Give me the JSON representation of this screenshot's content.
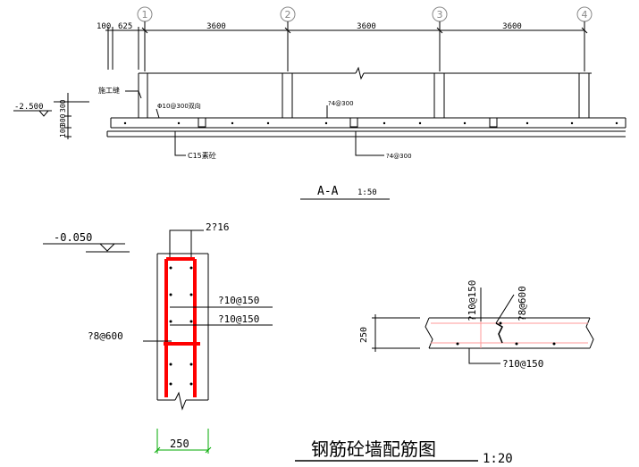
{
  "section_aa": {
    "axes": [
      "1",
      "2",
      "3",
      "4"
    ],
    "dims_top": [
      "100",
      "625",
      "3600",
      "3600",
      "3600"
    ],
    "label_joint": "施工缝",
    "label_bar_10": "Φ10@300双向",
    "label_bar_4_top": "?4@300",
    "label_bar_4_bot": "?4@300",
    "label_c15": "C15素砼",
    "elev": "-2.500",
    "dims_left": [
      "300",
      "300",
      "100"
    ],
    "title": "A-A",
    "scale": "1:50"
  },
  "wall_detail": {
    "elev": "-0.050",
    "top_bars": "2?16",
    "stirrup_a": "?10@150",
    "stirrup_b": "?10@150",
    "tie": "?8@600",
    "width": "250"
  },
  "plan_detail": {
    "thickness": "250",
    "bar_a": "?10@150",
    "bar_b": "?8@600",
    "bar_c": "?10@150"
  },
  "sheet_title": "钢筋砼墙配筋图",
  "sheet_scale": "1:20",
  "colors": {
    "line": "#000000",
    "rebar": "#ff0000",
    "bubble": "#888888",
    "dim_green": "#00aa00"
  }
}
